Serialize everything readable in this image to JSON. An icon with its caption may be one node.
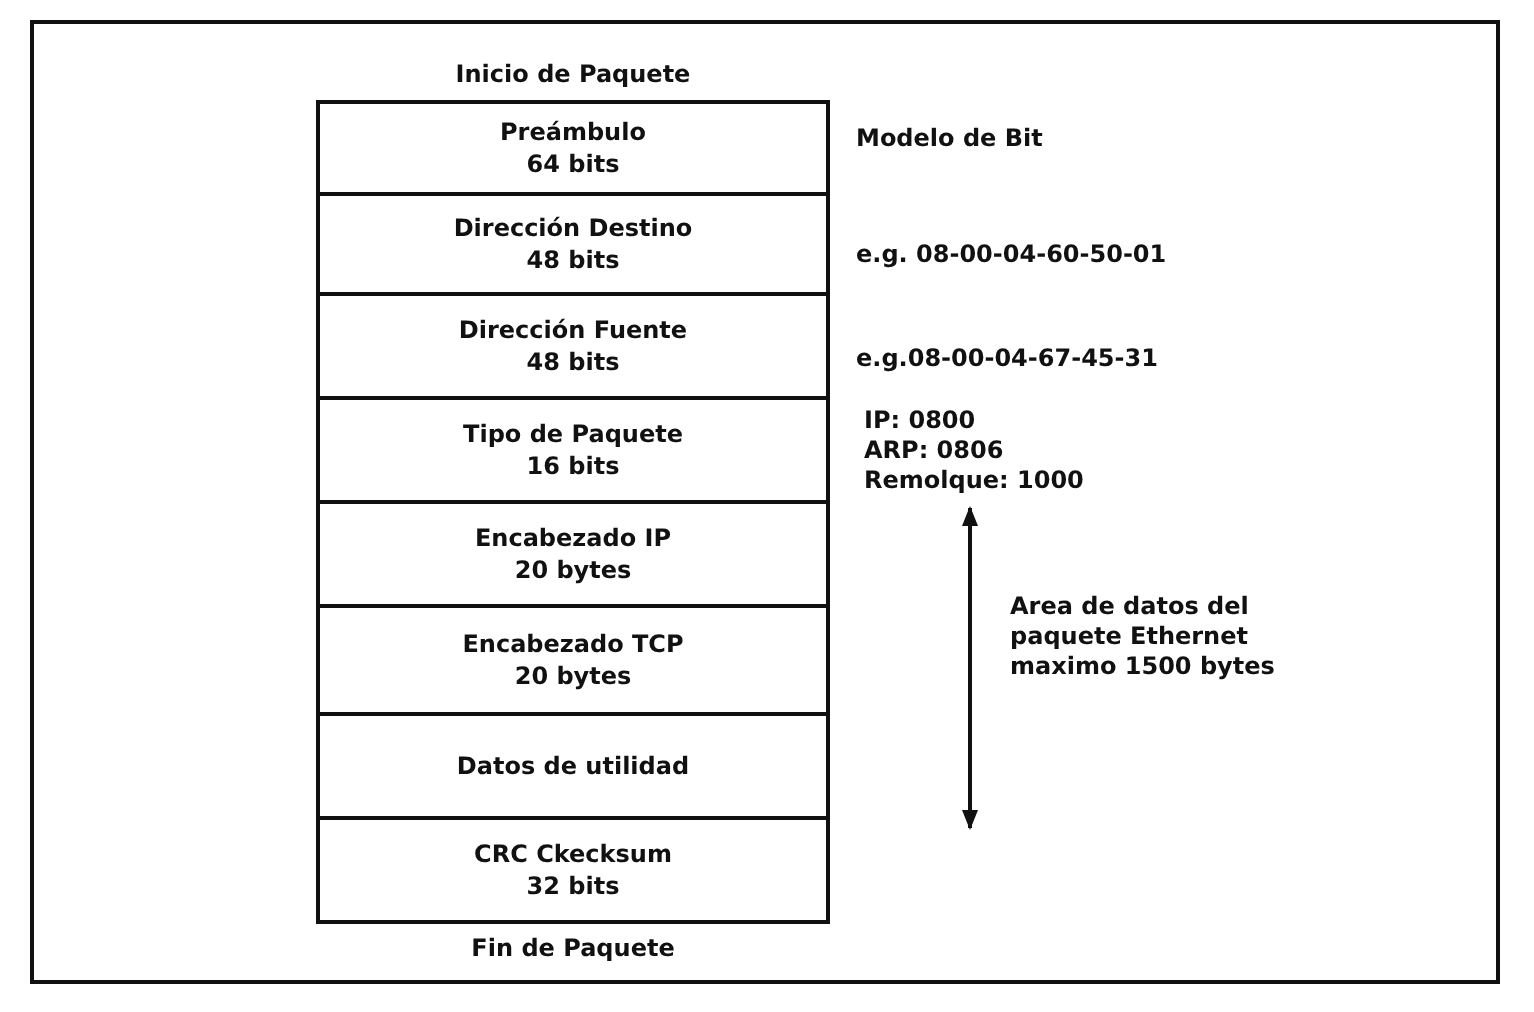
{
  "diagram": {
    "nodes": [
      {
        "text": [
          "Preámbulo",
          "64 bits"
        ],
        "beside": [
          "Modelo de Bit"
        ]
      },
      {
        "text": [
          "Dirección Destino",
          "48 bits"
        ],
        "beside": [
          "e.g. 08-00-04-60-50-01"
        ]
      },
      {
        "text": [
          "Dirección Fuente",
          "48 bits"
        ],
        "beside": [
          "e.g.08-00-04-67-45-31"
        ]
      },
      {
        "text": [
          "Tipo de Paquete",
          "16 bits"
        ],
        "beside": [
          "IP: 0800",
          "ARP: 0806",
          "Remolque: 1000"
        ]
      },
      {
        "text": [
          "Encabezado IP",
          "20 bytes"
        ]
      },
      {
        "text": [
          "Encabezado TCP",
          "20 bytes"
        ]
      },
      {
        "text": [
          "Datos de utilidad"
        ]
      },
      {
        "text": [
          "CRC Ckecksum",
          "32 bits"
        ]
      }
    ],
    "edges": [],
    "labels": [
      "Inicio de Paquete",
      "Area de datos del paquete Ethernet maximo 1500 bytes",
      "Fin de Paquete"
    ]
  }
}
